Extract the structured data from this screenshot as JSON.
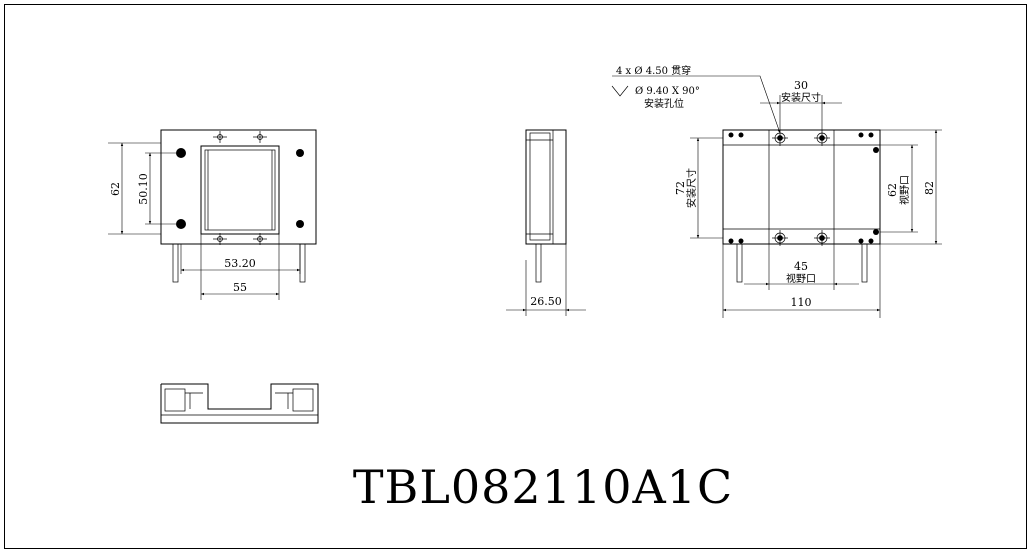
{
  "title": "TBL082110A1C",
  "front_view": {
    "height_outer": "62",
    "height_inner": "50.10",
    "width_inner": "53.20",
    "width_outer": "55"
  },
  "side_view": {
    "depth": "26.50"
  },
  "right_view": {
    "hole_note_line1": "4 x Ø 4.50 贯穿",
    "hole_note_line2": "Ø 9.40 X 90°",
    "hole_note_line3": "安装孔位",
    "mount_width": "30",
    "mount_width_label": "安装尺寸",
    "mount_height": "72",
    "mount_height_label": "安装尺寸",
    "view_height": "62",
    "view_height_label": "视野口",
    "total_height": "82",
    "view_width": "45",
    "view_width_label": "视野口",
    "total_width": "110"
  }
}
